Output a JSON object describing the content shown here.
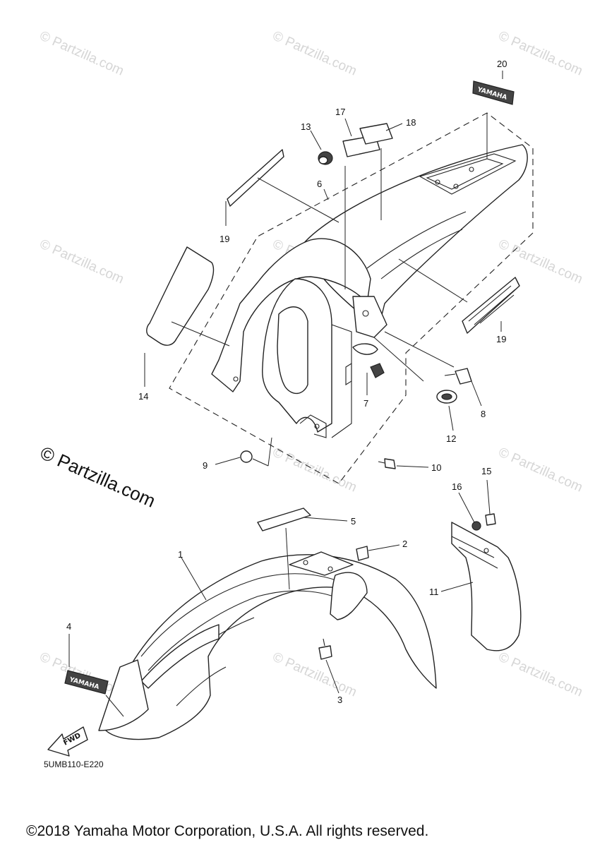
{
  "watermark": {
    "small": "© Partzilla.com",
    "large": "© Partzilla.com"
  },
  "diagram_code": "5UMB110-E220",
  "copyright": "©2018 Yamaha Motor Corporation, U.S.A. All rights reserved.",
  "emblems": {
    "logo": "YAMAHA",
    "fwd": "FWD"
  },
  "callouts": [
    "1",
    "2",
    "3",
    "4",
    "5",
    "6",
    "7",
    "8",
    "9",
    "10",
    "11",
    "12",
    "13",
    "14",
    "15",
    "16",
    "17",
    "18",
    "19",
    "19",
    "20"
  ],
  "colors": {
    "line": "#222222",
    "watermark": "#d6d6d6",
    "background": "#ffffff"
  }
}
